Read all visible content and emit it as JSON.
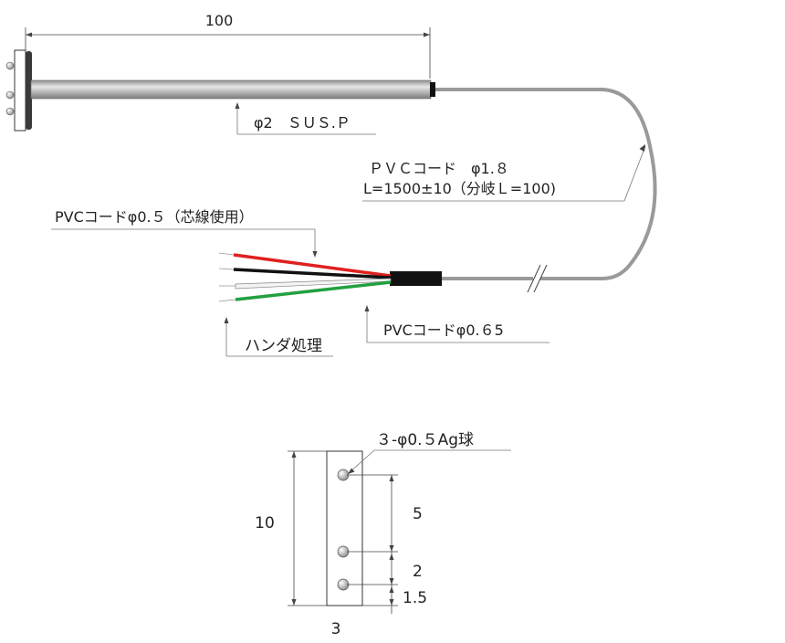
{
  "labels": {
    "length_100": "100",
    "probe_spec": "φ2　ＳＵＳ.Ｐ",
    "pvc_cord_18_line1": "ＰＶＣコード　φ1.８",
    "pvc_cord_18_line2": "L=1500±10（分岐Ｌ=100)",
    "pvc_cord_05": "PVCコードφ0.５（芯線使用）",
    "pvc_cord_065": "PVCコードφ0.６5",
    "solder": "ハンダ処理",
    "balls": "３-φ0.５Ag球",
    "dim_10": "10",
    "dim_5": "5",
    "dim_2": "2",
    "dim_15": "1.5",
    "dim_3": "3"
  },
  "colors": {
    "probe_rod": "#bcbcbc",
    "cable_gray": "#9a9a9a",
    "sleeve": "#111111",
    "wire_red": "#e02020",
    "wire_black": "#111111",
    "wire_white": "#f4f4f4",
    "wire_green": "#22a040"
  }
}
